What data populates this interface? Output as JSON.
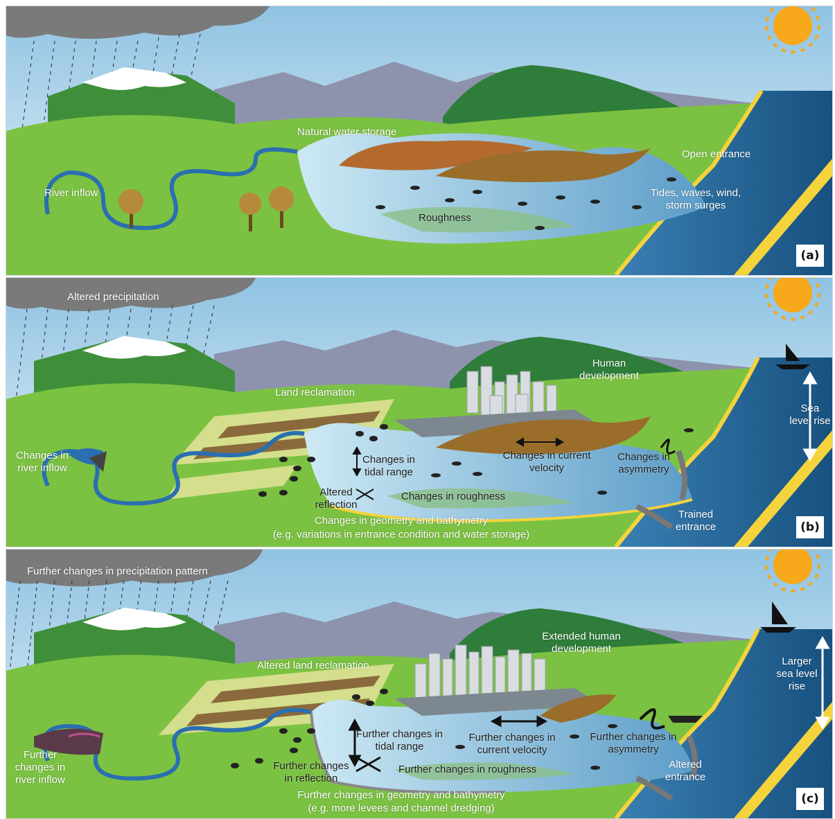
{
  "panels": [
    {
      "id": "a",
      "tag": "(a)",
      "labels": {
        "precip": "",
        "water_storage": "Natural water storage",
        "river": "River inflow",
        "entrance": "Open entrance",
        "tides": "Tides, waves, wind, storm surges",
        "roughness": "Roughness"
      }
    },
    {
      "id": "b",
      "tag": "(b)",
      "labels": {
        "precip": "Altered precipitation",
        "reclamation": "Land reclamation",
        "development": "Human development",
        "sea_level": "Sea level rise",
        "river": "Changes in river inflow",
        "tidal": "Changes in tidal range",
        "velocity": "Changes in current velocity",
        "asymmetry": "Changes in asymmetry",
        "reflection": "Altered reflection",
        "roughness": "Changes in roughness",
        "entrance": "Trained entrance",
        "geometry": "Changes in geometry and bathymetry",
        "geometry_note": "(e.g. variations in entrance condition and water storage)"
      }
    },
    {
      "id": "c",
      "tag": "(c)",
      "labels": {
        "precip": "Further changes in precipitation pattern",
        "reclamation": "Altered land reclamation",
        "development": "Extended human development",
        "sea_level": "Larger sea level rise",
        "river": "Further changes in river inflow",
        "tidal": "Further changes in tidal range",
        "velocity": "Further changes in current velocity",
        "asymmetry": "Further changes in asymmetry",
        "reflection": "Further changes in reflection",
        "roughness": "Further changes in roughness",
        "entrance": "Altered entrance",
        "geometry": "Further changes in geometry and bathymetry",
        "geometry_note": "(e.g. more levees and channel dredging)"
      }
    }
  ],
  "colors": {
    "sky_top": "#8fc3e2",
    "sky_bottom": "#e8f3fa",
    "grass": "#7cc242",
    "grass_dark": "#3f8f3a",
    "mountain": "#8d93ad",
    "water": "#8fc3dc",
    "ocean": "#1f5d92",
    "sand": "#f4d33c",
    "sun": "#f7a81b"
  }
}
